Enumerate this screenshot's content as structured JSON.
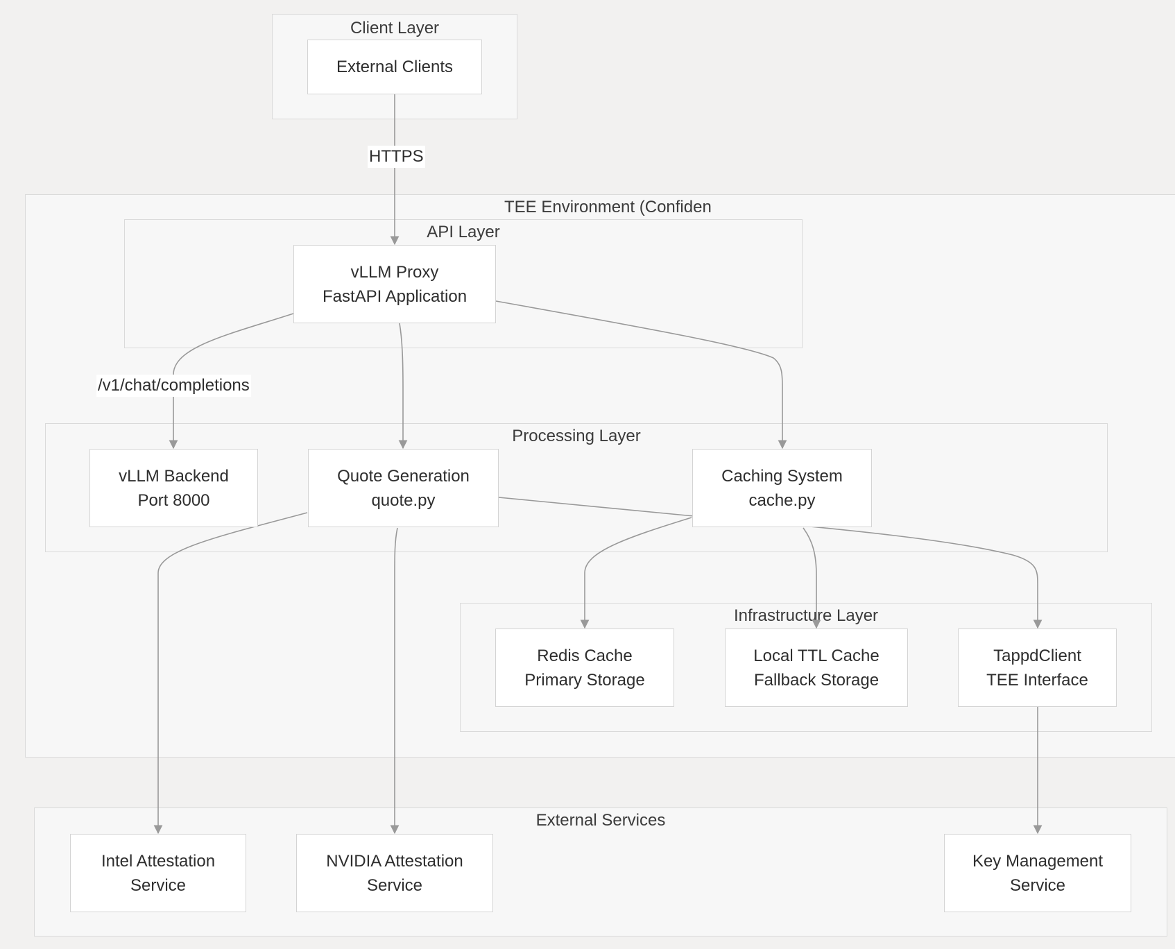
{
  "clusters": {
    "client": "Client Layer",
    "tee": "TEE Environment (Confiden",
    "api": "API Layer",
    "processing": "Processing Layer",
    "infrastructure": "Infrastructure Layer",
    "external": "External Services"
  },
  "nodes": {
    "external_clients": [
      "External Clients"
    ],
    "vllm_proxy": [
      "vLLM Proxy",
      "FastAPI Application"
    ],
    "vllm_backend": [
      "vLLM Backend",
      "Port 8000"
    ],
    "quote_generation": [
      "Quote Generation",
      "quote.py"
    ],
    "caching_system": [
      "Caching System",
      "cache.py"
    ],
    "redis_cache": [
      "Redis Cache",
      "Primary Storage"
    ],
    "local_ttl_cache": [
      "Local TTL Cache",
      "Fallback Storage"
    ],
    "tappd_client": [
      "TappdClient",
      "TEE Interface"
    ],
    "intel_attestation": [
      "Intel Attestation",
      "Service"
    ],
    "nvidia_attestation": [
      "NVIDIA Attestation",
      "Service"
    ],
    "key_management": [
      "Key Management",
      "Service"
    ]
  },
  "edges": [
    {
      "from": "external_clients",
      "to": "vllm_proxy",
      "label": "HTTPS"
    },
    {
      "from": "vllm_proxy",
      "to": "vllm_backend",
      "label": "/v1/chat/completions"
    },
    {
      "from": "vllm_proxy",
      "to": "quote_generation",
      "label": ""
    },
    {
      "from": "vllm_proxy",
      "to": "caching_system",
      "label": ""
    },
    {
      "from": "quote_generation",
      "to": "intel_attestation",
      "label": ""
    },
    {
      "from": "quote_generation",
      "to": "nvidia_attestation",
      "label": ""
    },
    {
      "from": "quote_generation",
      "to": "tappd_client",
      "label": ""
    },
    {
      "from": "caching_system",
      "to": "redis_cache",
      "label": ""
    },
    {
      "from": "caching_system",
      "to": "local_ttl_cache",
      "label": ""
    },
    {
      "from": "tappd_client",
      "to": "key_management",
      "label": ""
    }
  ]
}
